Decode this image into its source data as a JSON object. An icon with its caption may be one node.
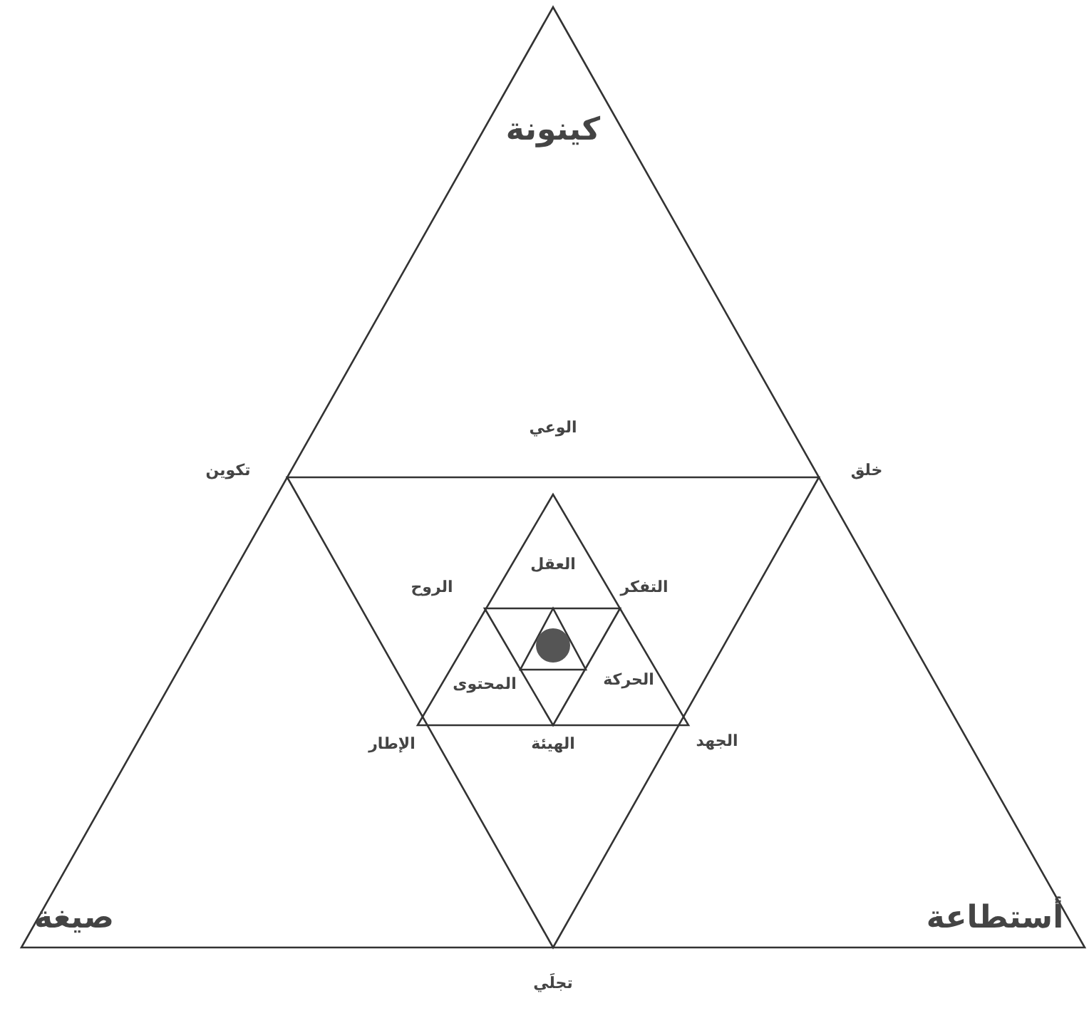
{
  "diagram": {
    "labels": [
      "كينونة",
      "تكوين",
      "الوعي",
      "خلق",
      "العقل",
      "الروح",
      "التفكر",
      "المحتوى",
      "الحركة",
      "الإطار",
      "الهيئة",
      "الجهد",
      "صيغة",
      "أستطاعة",
      "تجلَي"
    ]
  }
}
